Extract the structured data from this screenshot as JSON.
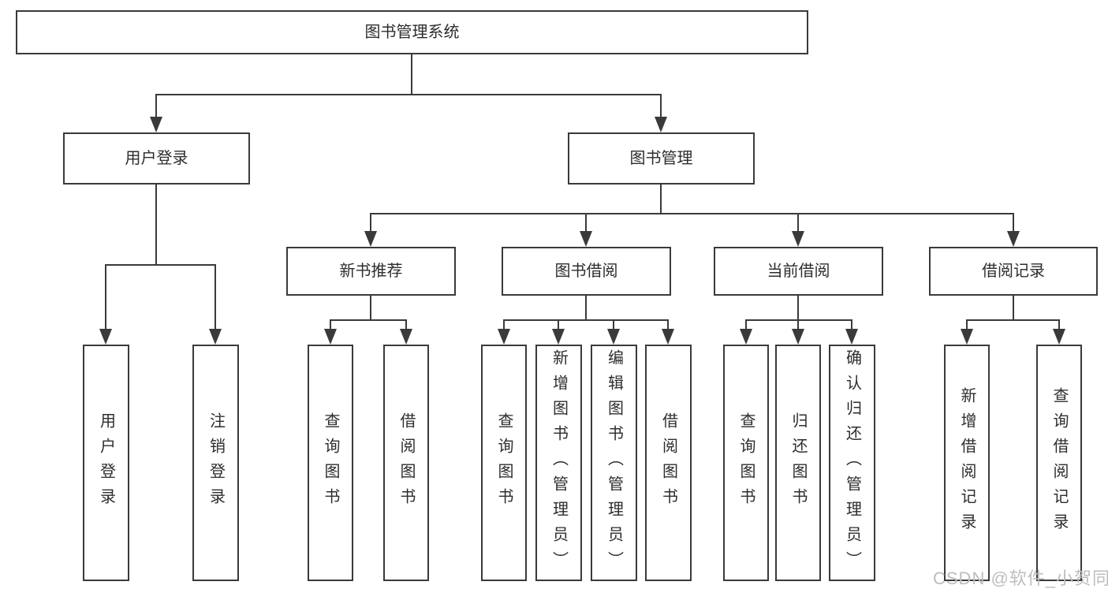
{
  "tree": {
    "label": "图书管理系统",
    "children": [
      {
        "label": "用户登录",
        "children": [
          {
            "label": "用户登录"
          },
          {
            "label": "注销登录"
          }
        ]
      },
      {
        "label": "图书管理",
        "children": [
          {
            "label": "新书推荐",
            "children": [
              {
                "label": "查询图书"
              },
              {
                "label": "借阅图书"
              }
            ]
          },
          {
            "label": "图书借阅",
            "children": [
              {
                "label": "查询图书"
              },
              {
                "label": "新增图书（管理员）"
              },
              {
                "label": "编辑图书（管理员）"
              },
              {
                "label": "借阅图书"
              }
            ]
          },
          {
            "label": "当前借阅",
            "children": [
              {
                "label": "查询图书"
              },
              {
                "label": "归还图书"
              },
              {
                "label": "确认归还（管理员）"
              }
            ]
          },
          {
            "label": "借阅记录",
            "children": [
              {
                "label": "新增借阅记录"
              },
              {
                "label": "查询借阅记录"
              }
            ]
          }
        ]
      }
    ]
  },
  "watermark": {
    "text": "CSDN @软件_小贺同学"
  },
  "colors": {
    "line": "#3a3a3a",
    "text": "#2d2d2d",
    "background": "#ffffff",
    "watermark": "#bdbdbd"
  }
}
